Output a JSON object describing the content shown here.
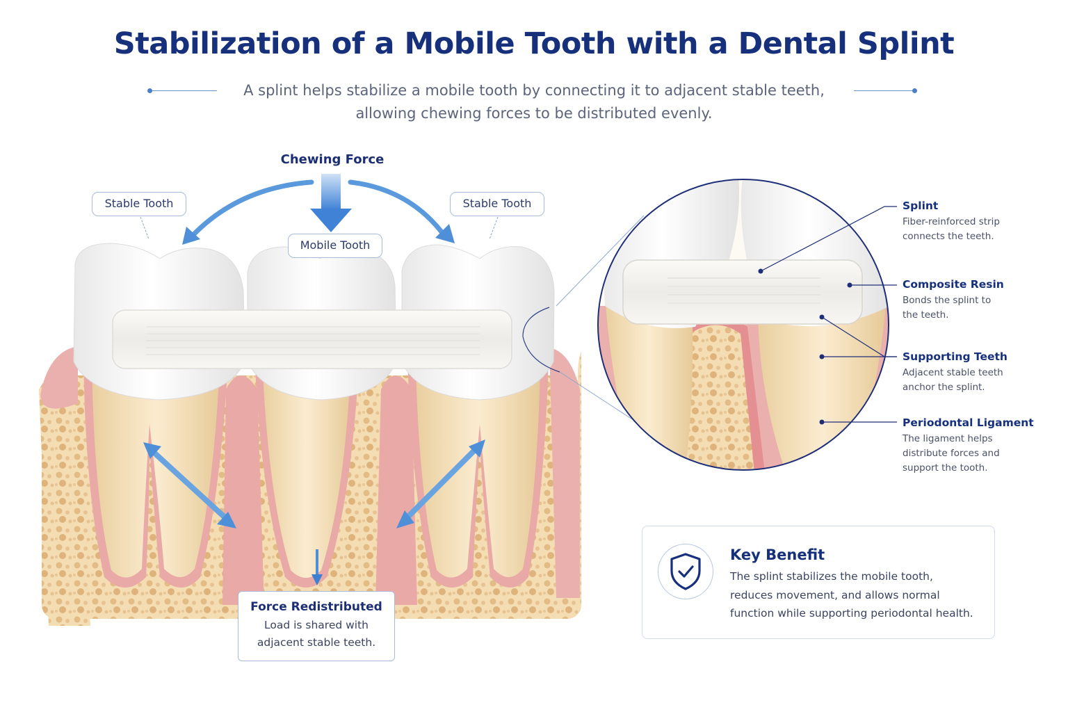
{
  "title": "Stabilization of a Mobile Tooth with a Dental Splint",
  "subtitle_line1": "A splint helps stabilize a mobile tooth by connecting it to adjacent stable teeth,",
  "subtitle_line2": "allowing chewing forces to be distributed evenly.",
  "labels": {
    "chewing_force": "Chewing Force",
    "stable_tooth_left": "Stable Tooth",
    "stable_tooth_right": "Stable Tooth",
    "mobile_tooth": "Mobile Tooth"
  },
  "force_redistributed": {
    "title": "Force Redistributed",
    "line1": "Load is shared with",
    "line2": "adjacent stable teeth."
  },
  "callouts": [
    {
      "title": "Splint",
      "line1": "Fiber-reinforced strip",
      "line2": "connects the teeth.",
      "line3": ""
    },
    {
      "title": "Composite Resin",
      "line1": "Bonds the splint to",
      "line2": "the teeth.",
      "line3": ""
    },
    {
      "title": "Supporting Teeth",
      "line1": "Adjacent stable teeth",
      "line2": "anchor the splint.",
      "line3": ""
    },
    {
      "title": "Periodontal Ligament",
      "line1": "The ligament helps",
      "line2": "distribute forces and",
      "line3": "support the tooth."
    }
  ],
  "key_benefit": {
    "title": "Key Benefit",
    "line1": "The splint stabilizes the mobile tooth,",
    "line2": "reduces movement, and allows normal",
    "line3": "function while supporting periodontal health."
  },
  "colors": {
    "navy": "#16307c",
    "arrow_blue": "#4f8fd8",
    "gum_pink": "#e9a3a3",
    "bone": "#f3d9ad",
    "enamel": "#fbfbfb"
  },
  "icons": {
    "benefit": "shield-check-icon"
  }
}
